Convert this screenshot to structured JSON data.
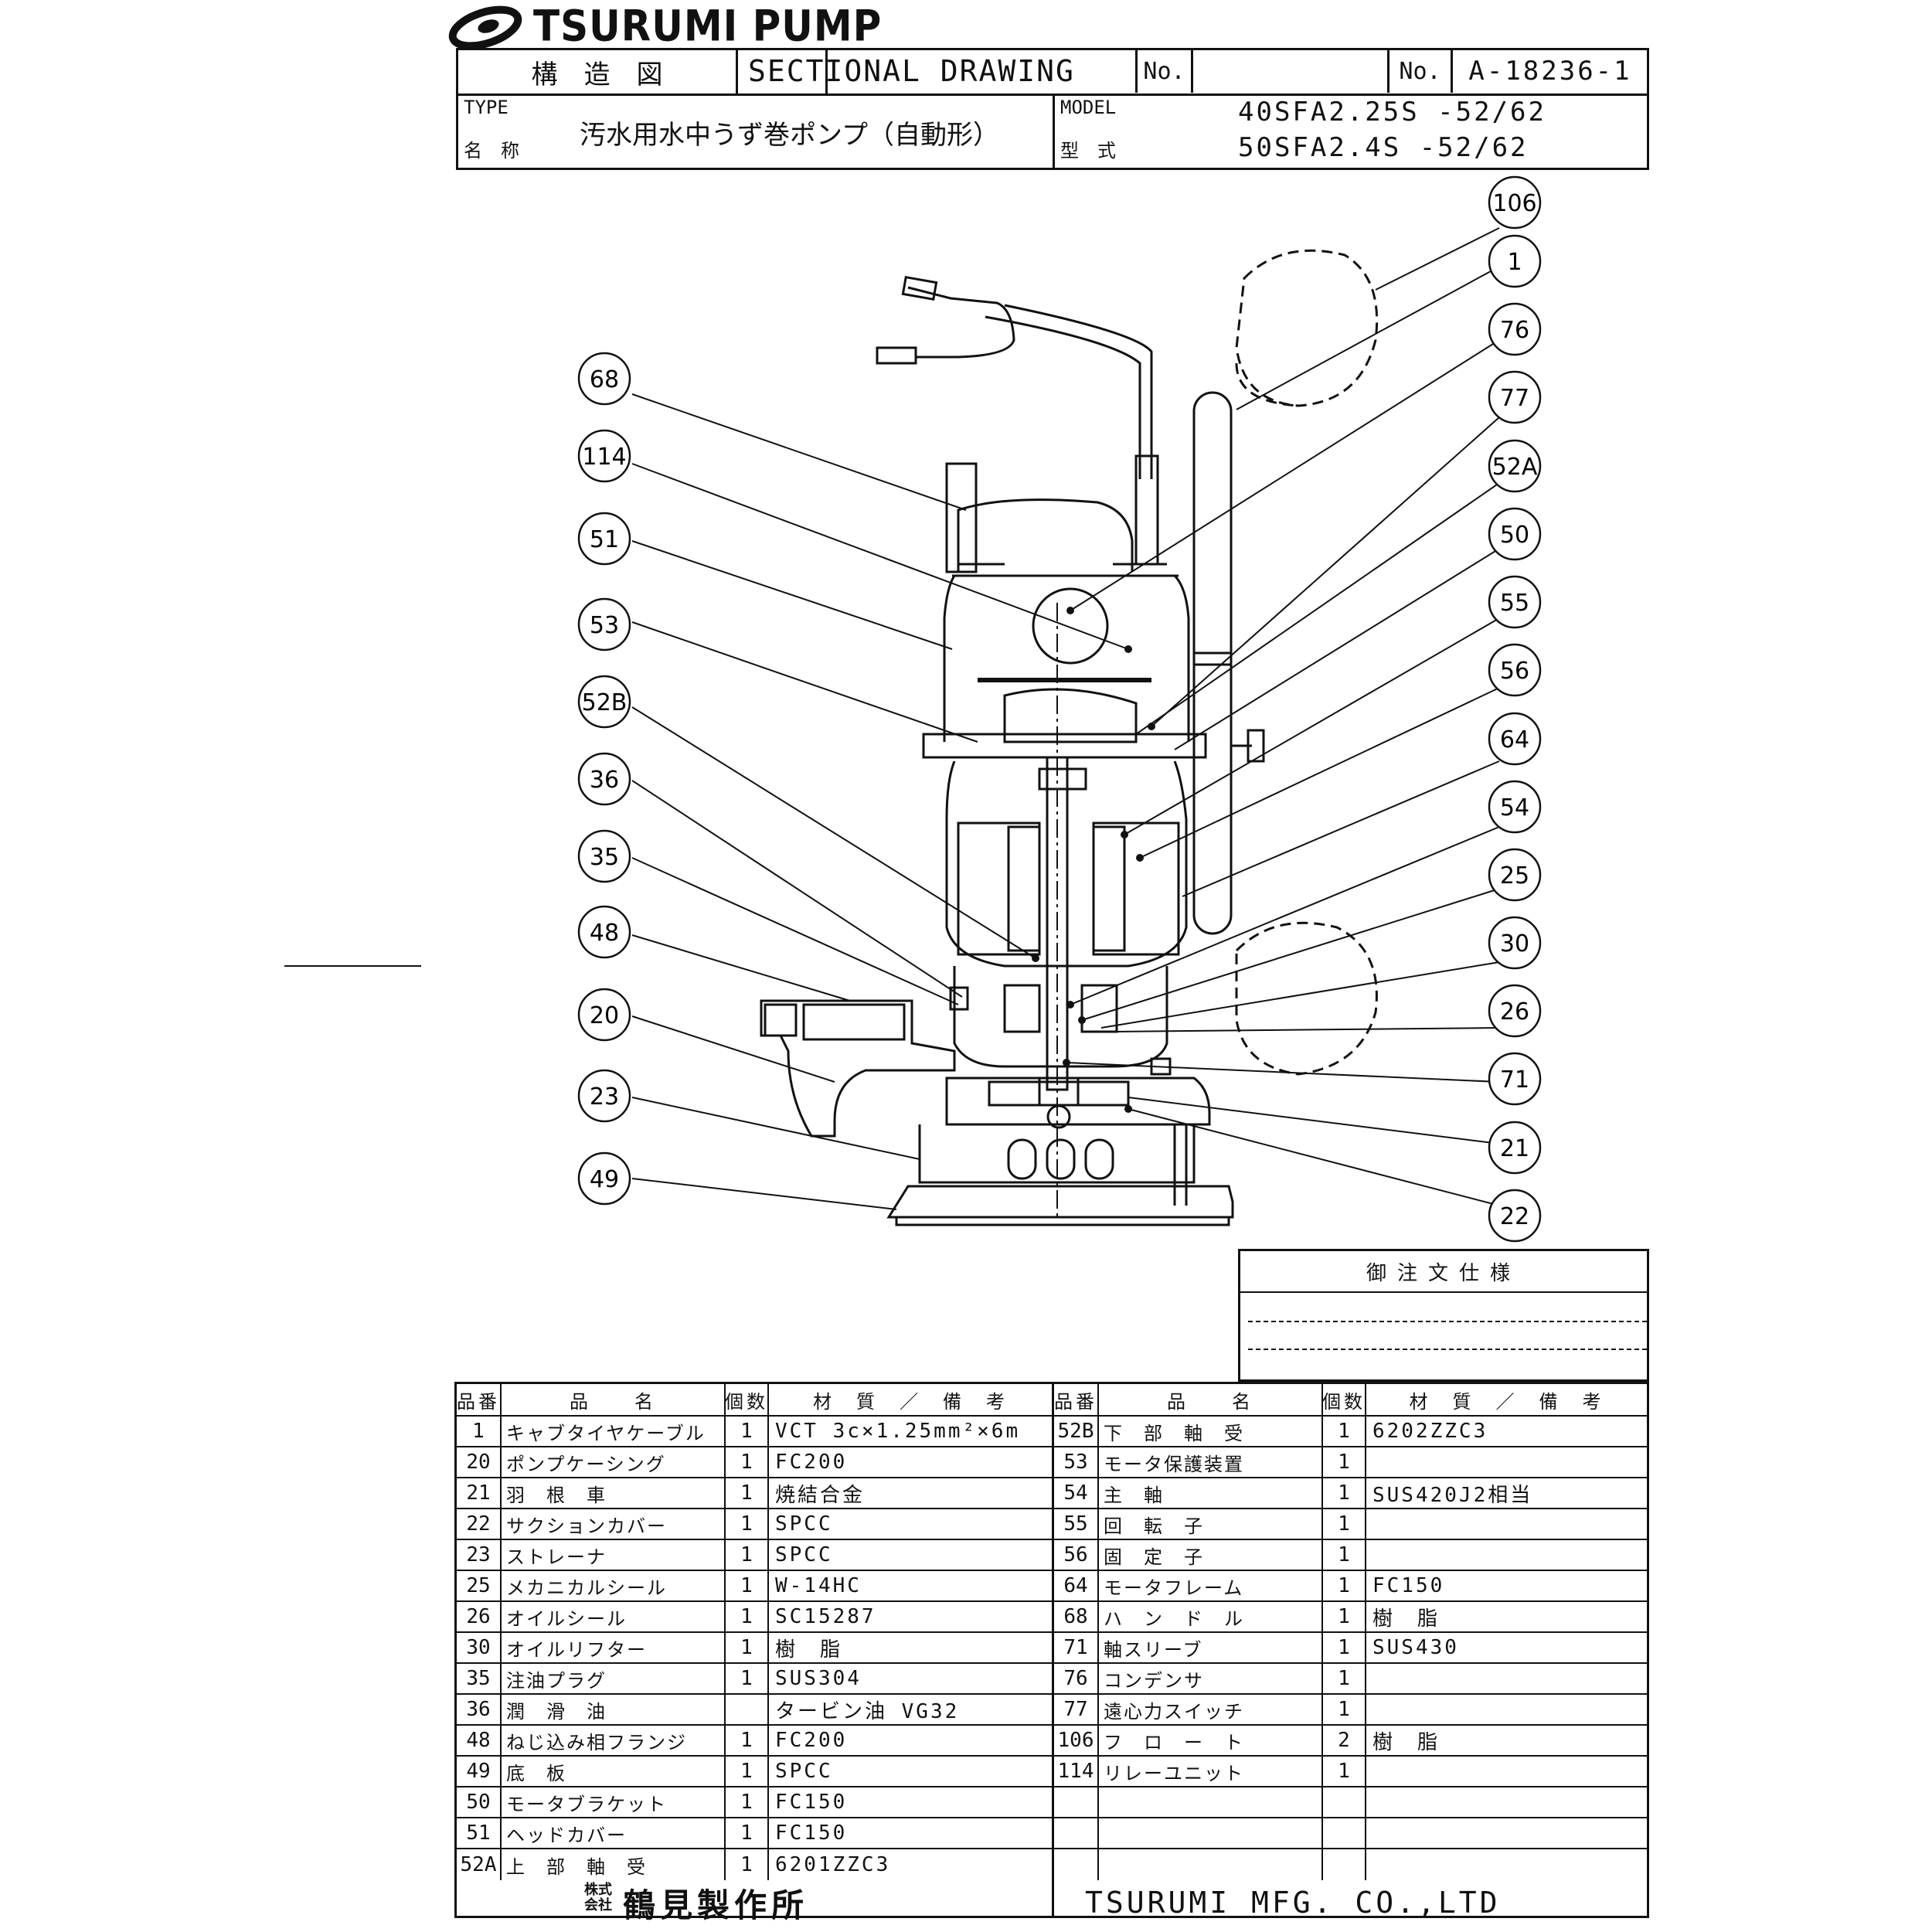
{
  "header": {
    "brand": "TSURUMI PUMP",
    "drawing_title_jp": "構　造　図",
    "drawing_title_en": "SECTIONAL DRAWING",
    "no_label": "No.",
    "no_value": "",
    "no_label2": "No.",
    "drawing_number": "A-18236-1",
    "type_label_en": "TYPE",
    "type_label_jp": "名　称",
    "type_value": "汚水用水中うず巻ポンプ（自動形）",
    "model_label_en": "MODEL",
    "model_label_jp": "型　式",
    "model_line1": "40SFA2.25S -52/62",
    "model_line2": "50SFA2.4S -52/62"
  },
  "callouts_left": [
    "68",
    "114",
    "51",
    "53",
    "52B",
    "36",
    "35",
    "48",
    "20",
    "23",
    "49"
  ],
  "callouts_right": [
    "106",
    "1",
    "76",
    "77",
    "52A",
    "50",
    "55",
    "56",
    "64",
    "54",
    "25",
    "30",
    "26",
    "71",
    "21",
    "22"
  ],
  "order_spec": {
    "title": "御注文仕様"
  },
  "parts_table": {
    "headers": [
      "品番",
      "品　　名",
      "個数",
      "材　質　／　備　考"
    ],
    "left_rows": [
      {
        "no": "1",
        "name": "キャブタイヤケーブル",
        "qty": "1",
        "material": "VCT 3c×1.25mm²×6m"
      },
      {
        "no": "20",
        "name": "ポンプケーシング",
        "qty": "1",
        "material": "FC200"
      },
      {
        "no": "21",
        "name": "羽　根　車",
        "qty": "1",
        "material": "焼結合金"
      },
      {
        "no": "22",
        "name": "サクションカバー",
        "qty": "1",
        "material": "SPCC"
      },
      {
        "no": "23",
        "name": "ストレーナ",
        "qty": "1",
        "material": "SPCC"
      },
      {
        "no": "25",
        "name": "メカニカルシール",
        "qty": "1",
        "material": "W-14HC"
      },
      {
        "no": "26",
        "name": "オイルシール",
        "qty": "1",
        "material": "SC15287"
      },
      {
        "no": "30",
        "name": "オイルリフター",
        "qty": "1",
        "material": "樹　脂"
      },
      {
        "no": "35",
        "name": "注油プラグ",
        "qty": "1",
        "material": "SUS304"
      },
      {
        "no": "36",
        "name": "潤　滑　油",
        "qty": "",
        "material": "タービン油 VG32"
      },
      {
        "no": "48",
        "name": "ねじ込み相フランジ",
        "qty": "1",
        "material": "FC200"
      },
      {
        "no": "49",
        "name": "底　板",
        "qty": "1",
        "material": "SPCC"
      },
      {
        "no": "50",
        "name": "モータブラケット",
        "qty": "1",
        "material": "FC150"
      },
      {
        "no": "51",
        "name": "ヘッドカバー",
        "qty": "1",
        "material": "FC150"
      },
      {
        "no": "52A",
        "name": "上　部　軸　受",
        "qty": "1",
        "material": "6201ZZC3"
      }
    ],
    "right_rows": [
      {
        "no": "52B",
        "name": "下　部　軸　受",
        "qty": "1",
        "material": "6202ZZC3"
      },
      {
        "no": "53",
        "name": "モータ保護装置",
        "qty": "1",
        "material": ""
      },
      {
        "no": "54",
        "name": "主　軸",
        "qty": "1",
        "material": "SUS420J2相当"
      },
      {
        "no": "55",
        "name": "回　転　子",
        "qty": "1",
        "material": ""
      },
      {
        "no": "56",
        "name": "固　定　子",
        "qty": "1",
        "material": ""
      },
      {
        "no": "64",
        "name": "モータフレーム",
        "qty": "1",
        "material": "FC150"
      },
      {
        "no": "68",
        "name": "ハ　ン　ド　ル",
        "qty": "1",
        "material": "樹　脂"
      },
      {
        "no": "71",
        "name": "軸スリーブ",
        "qty": "1",
        "material": "SUS430"
      },
      {
        "no": "76",
        "name": "コンデンサ",
        "qty": "1",
        "material": ""
      },
      {
        "no": "77",
        "name": "遠心力スイッチ",
        "qty": "1",
        "material": ""
      },
      {
        "no": "106",
        "name": "フ　ロ　ー　ト",
        "qty": "2",
        "material": "樹　脂"
      },
      {
        "no": "114",
        "name": "リレーユニット",
        "qty": "1",
        "material": ""
      },
      {
        "no": "",
        "name": "",
        "qty": "",
        "material": ""
      },
      {
        "no": "",
        "name": "",
        "qty": "",
        "material": ""
      },
      {
        "no": "",
        "name": "",
        "qty": "",
        "material": ""
      }
    ]
  },
  "footer": {
    "company_prefix": "株式会社",
    "company_jp": "鶴見製作所",
    "company_en": "TSURUMI MFG. CO.,LTD"
  }
}
